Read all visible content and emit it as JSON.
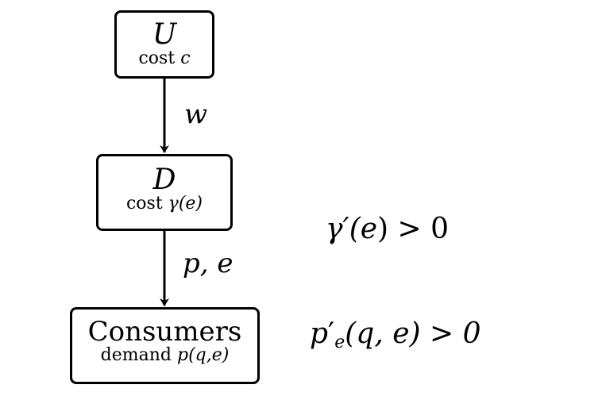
{
  "nodes": {
    "upstream": {
      "title": "U",
      "cost_label": "cost",
      "cost_var": "c"
    },
    "downstream": {
      "title": "D",
      "cost_label": "cost",
      "cost_var": "γ(e)"
    },
    "consumers": {
      "title": "Consumers",
      "demand_label": "demand",
      "demand_var": "p(q,e)"
    }
  },
  "edges": {
    "u_to_d": "w",
    "d_to_consumers": "p, e"
  },
  "conditions": {
    "gamma_prefix": "γ′(",
    "gamma_var": "e",
    "gamma_suffix": ") > 0",
    "demand_p": "p",
    "demand_sub": "e",
    "demand_prime": "′",
    "demand_args": "(q, e) > 0"
  }
}
